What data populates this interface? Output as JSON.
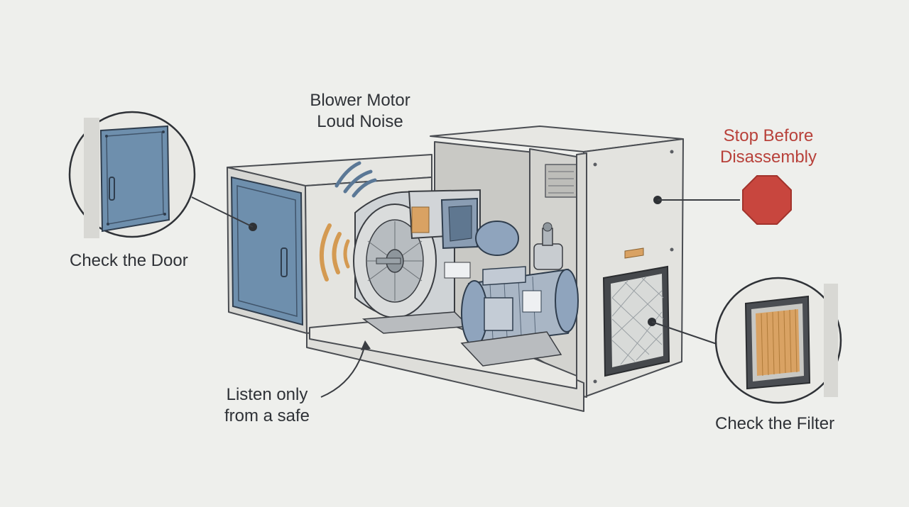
{
  "labels": {
    "blower": "Blower Motor",
    "noise": "Loud Noise",
    "stop_line1": "Stop Before",
    "stop_line2": "Disassembly",
    "door": "Check the Door",
    "filter": "Check the Filter",
    "listen_line1": "Listen only",
    "listen_line2": "from a safe"
  },
  "colors": {
    "background": "#eeefec",
    "door_blue": "#6e8fad",
    "stop_red": "#c8463e",
    "stop_text": "#b8413a",
    "sound_blue": "#5b7896",
    "sound_orange": "#d49a52",
    "filter_orange": "#d9a263",
    "cabinet": "#dcdcd8",
    "motor_blue": "#8fa4bd",
    "ink": "#3a3d42"
  },
  "icons": [
    "stop-sign-icon",
    "sound-wave-icon"
  ]
}
